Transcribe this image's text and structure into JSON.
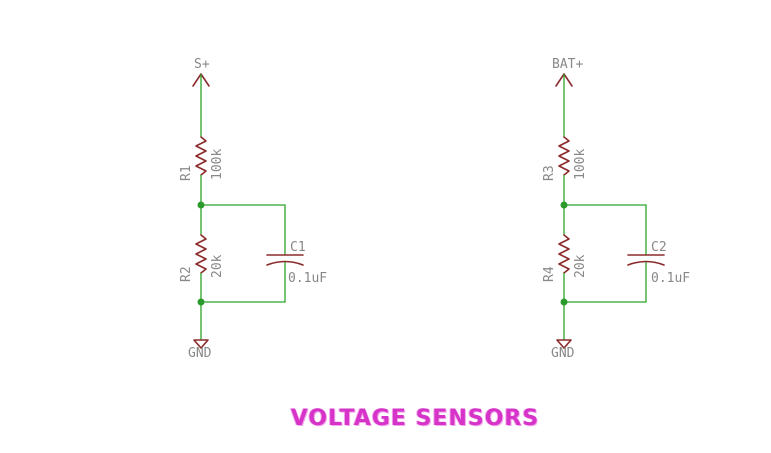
{
  "title": "VOLTAGE SENSORS",
  "colors": {
    "wire": "#2aa52a",
    "part": "#8b2a2a",
    "label": "#888888",
    "title": "#d633c8"
  },
  "circuits": [
    {
      "supply": "S+",
      "ground": "GND",
      "r_top": {
        "name": "R1",
        "value": "100k"
      },
      "r_bot": {
        "name": "R2",
        "value": "20k"
      },
      "cap": {
        "name": "C1",
        "value": "0.1uF"
      }
    },
    {
      "supply": "BAT+",
      "ground": "GND",
      "r_top": {
        "name": "R3",
        "value": "100k"
      },
      "r_bot": {
        "name": "R4",
        "value": "20k"
      },
      "cap": {
        "name": "C2",
        "value": "0.1uF"
      }
    }
  ]
}
